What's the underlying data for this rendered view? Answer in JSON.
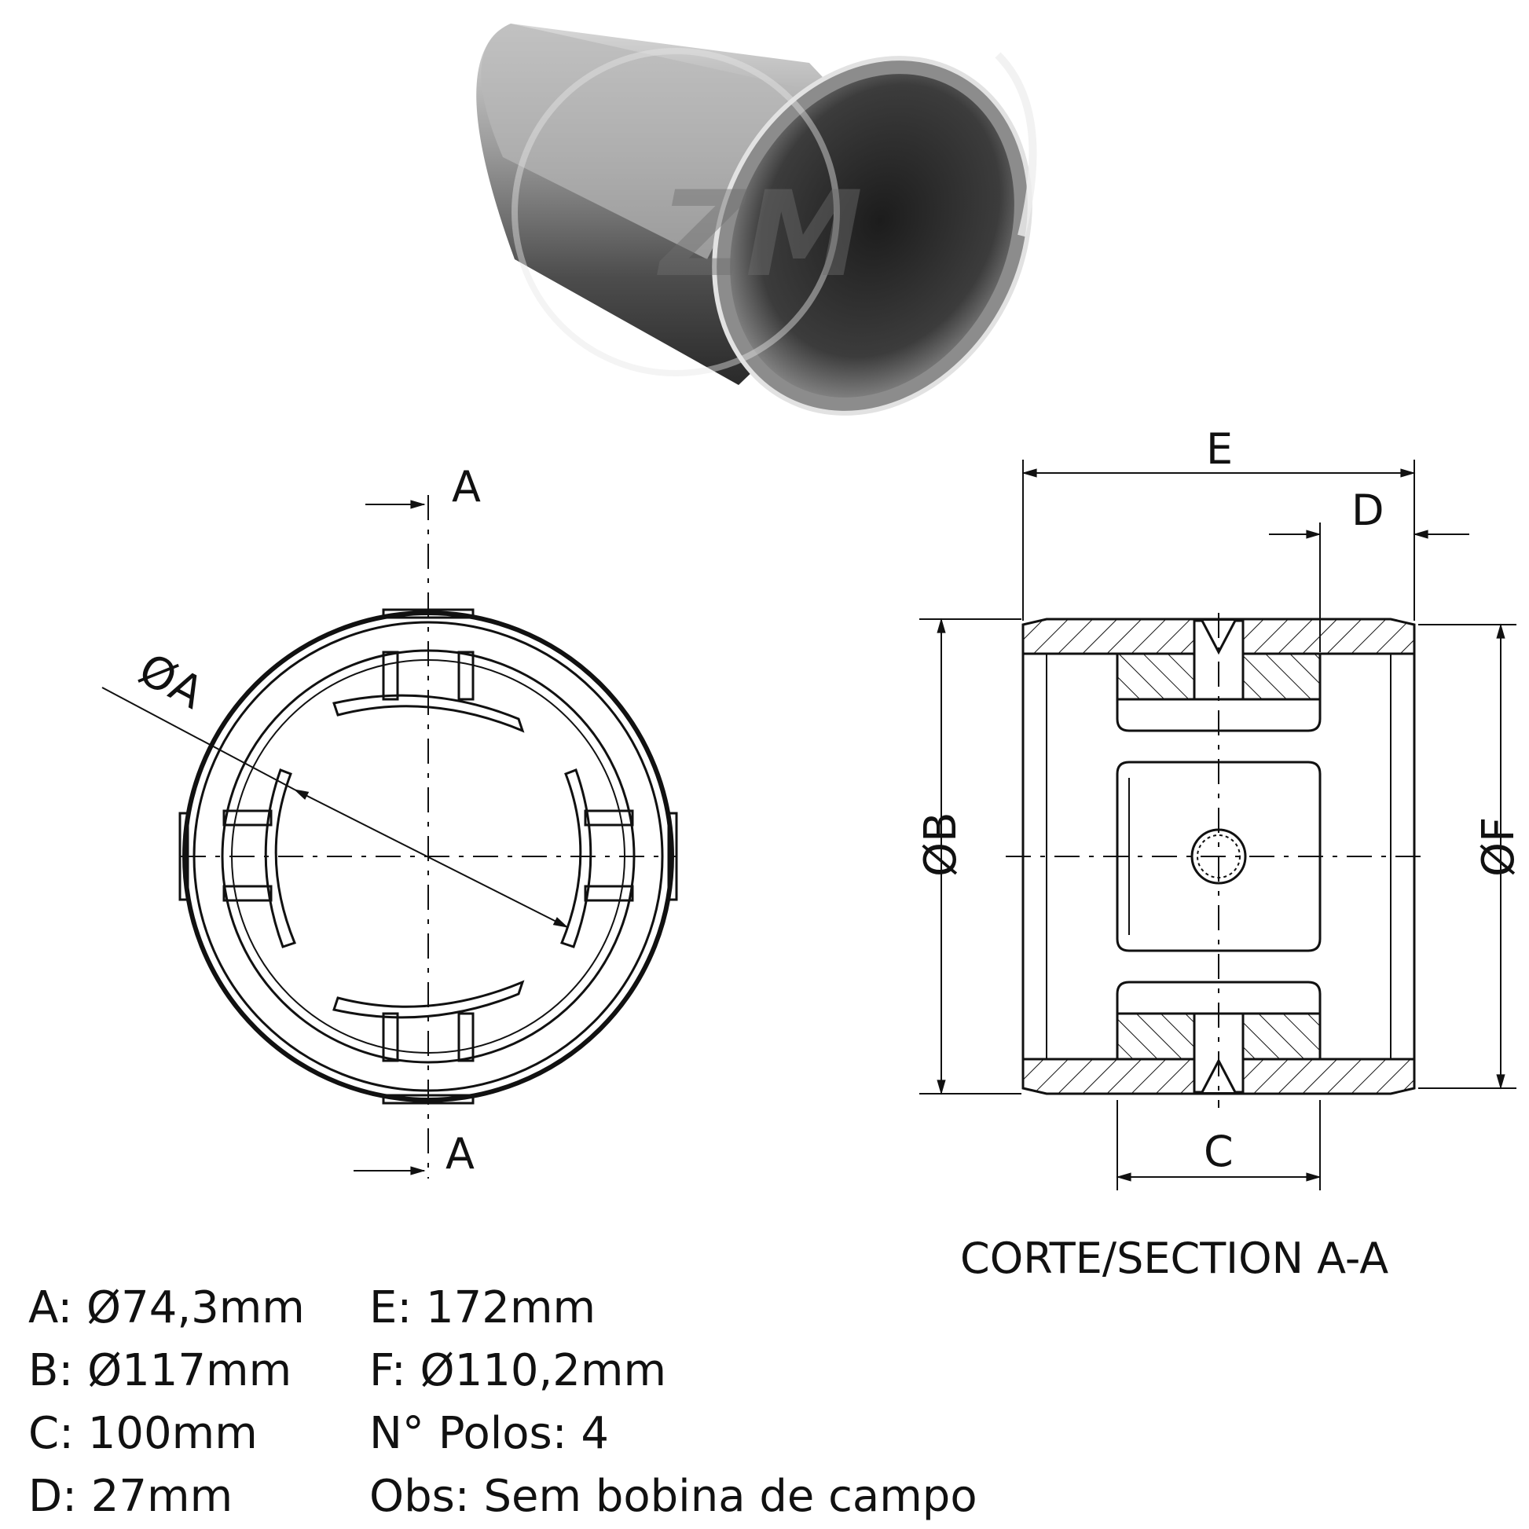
{
  "labels": {
    "cut_top": "A",
    "cut_bottom": "A",
    "dia_a": "ØA",
    "dia_b": "ØB",
    "dia_f": "ØF",
    "dim_e": "E",
    "dim_d": "D",
    "dim_c": "C",
    "section_caption": "CORTE/SECTION  A-A"
  },
  "specs_left": [
    "A: Ø74,3mm",
    "B: Ø117mm",
    "C: 100mm",
    "D: 27mm"
  ],
  "specs_right": [
    "E: 172mm",
    "F: Ø110,2mm",
    "N° Polos: 4",
    "Obs: Sem bobina de campo"
  ],
  "colors": {
    "line": "#111111",
    "metal_dark": "#3a3a3a",
    "metal_light": "#cfcfcf"
  }
}
